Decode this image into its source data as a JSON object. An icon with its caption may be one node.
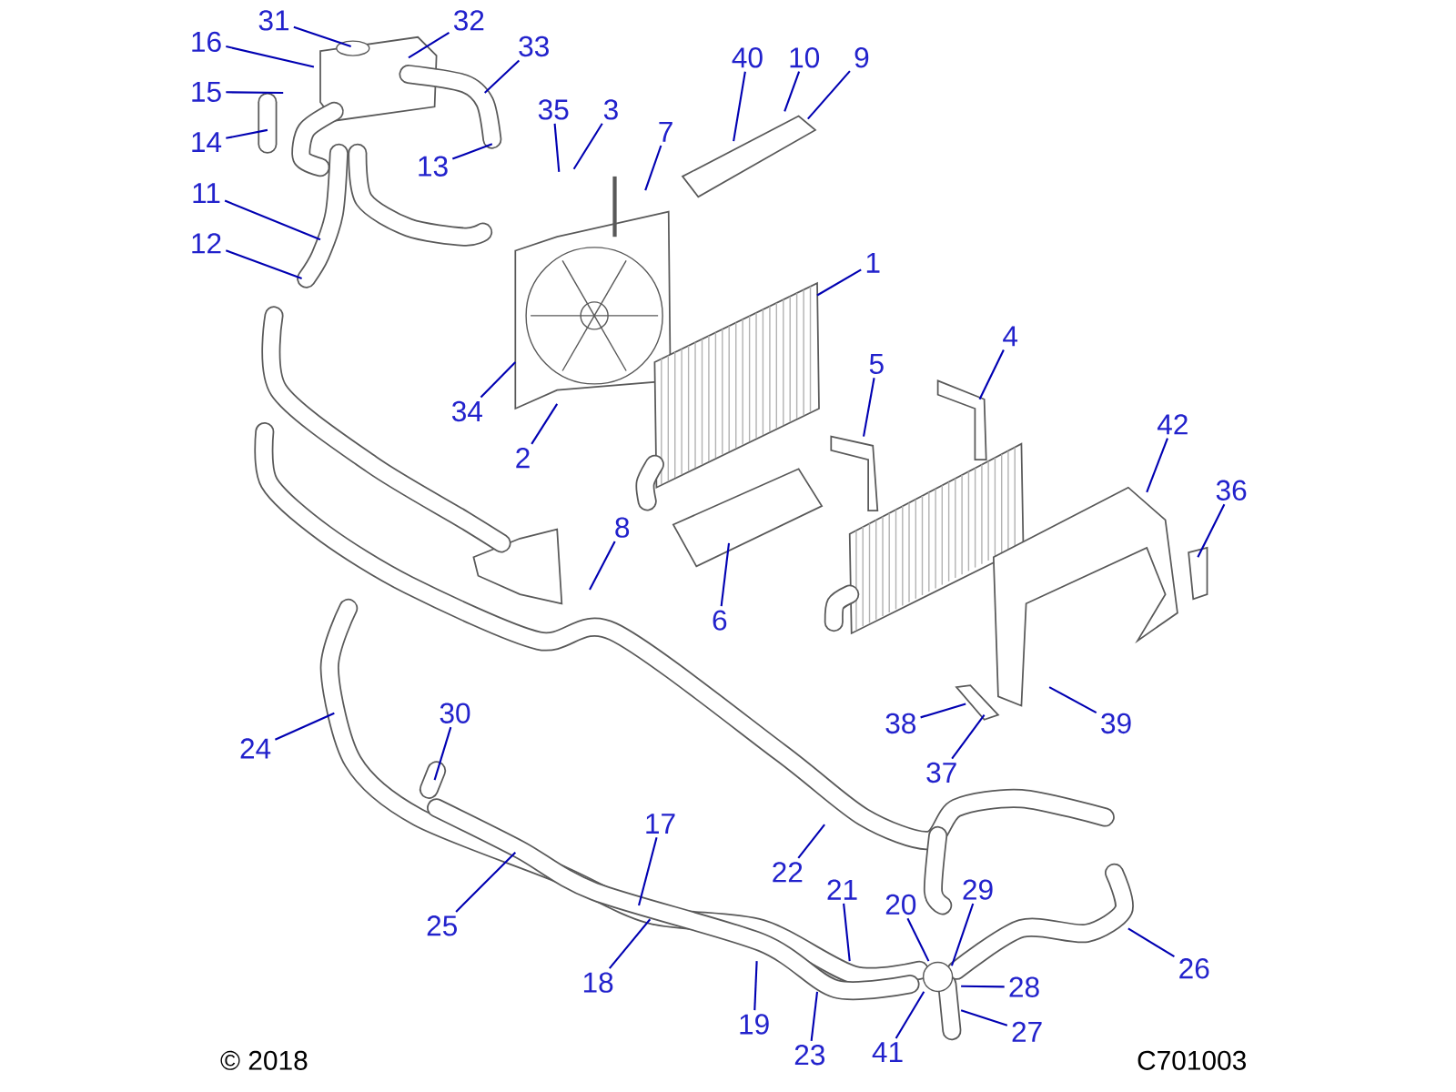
{
  "diagram": {
    "nodes": [
      {
        "text": [
          "31"
        ]
      },
      {
        "text": [
          "32"
        ]
      },
      {
        "text": [
          "16"
        ]
      },
      {
        "text": [
          "33"
        ]
      },
      {
        "text": [
          "15"
        ]
      },
      {
        "text": [
          "14"
        ]
      },
      {
        "text": [
          "13"
        ]
      },
      {
        "text": [
          "35"
        ]
      },
      {
        "text": [
          "3"
        ]
      },
      {
        "text": [
          "7"
        ]
      },
      {
        "text": [
          "40"
        ]
      },
      {
        "text": [
          "10"
        ]
      },
      {
        "text": [
          "9"
        ]
      },
      {
        "text": [
          "11"
        ]
      },
      {
        "text": [
          "12"
        ]
      },
      {
        "text": [
          "1"
        ]
      },
      {
        "text": [
          "34"
        ]
      },
      {
        "text": [
          "2"
        ]
      },
      {
        "text": [
          "5"
        ]
      },
      {
        "text": [
          "4"
        ]
      },
      {
        "text": [
          "42"
        ]
      },
      {
        "text": [
          "36"
        ]
      },
      {
        "text": [
          "8"
        ]
      },
      {
        "text": [
          "6"
        ]
      },
      {
        "text": [
          "38"
        ]
      },
      {
        "text": [
          "39"
        ]
      },
      {
        "text": [
          "37"
        ]
      },
      {
        "text": [
          "30"
        ]
      },
      {
        "text": [
          "24"
        ]
      },
      {
        "text": [
          "17"
        ]
      },
      {
        "text": [
          "22"
        ]
      },
      {
        "text": [
          "25"
        ]
      },
      {
        "text": [
          "21"
        ]
      },
      {
        "text": [
          "20"
        ]
      },
      {
        "text": [
          "29"
        ]
      },
      {
        "text": [
          "18"
        ]
      },
      {
        "text": [
          "28"
        ]
      },
      {
        "text": [
          "26"
        ]
      },
      {
        "text": [
          "19"
        ]
      },
      {
        "text": [
          "23"
        ]
      },
      {
        "text": [
          "41"
        ]
      },
      {
        "text": [
          "27"
        ]
      }
    ],
    "edges": [
      {
        "from": 0,
        "to": null,
        "arrow": "none"
      },
      {
        "from": 1,
        "to": null,
        "arrow": "none"
      },
      {
        "from": 2,
        "to": null,
        "arrow": "none"
      },
      {
        "from": 3,
        "to": null,
        "arrow": "none"
      },
      {
        "from": 4,
        "to": null,
        "arrow": "none"
      },
      {
        "from": 5,
        "to": null,
        "arrow": "none"
      },
      {
        "from": 6,
        "to": null,
        "arrow": "none"
      },
      {
        "from": 7,
        "to": null,
        "arrow": "none"
      },
      {
        "from": 8,
        "to": null,
        "arrow": "none"
      },
      {
        "from": 9,
        "to": null,
        "arrow": "none"
      },
      {
        "from": 10,
        "to": null,
        "arrow": "none"
      },
      {
        "from": 11,
        "to": null,
        "arrow": "none"
      },
      {
        "from": 12,
        "to": null,
        "arrow": "none"
      },
      {
        "from": 13,
        "to": null,
        "arrow": "none"
      },
      {
        "from": 14,
        "to": null,
        "arrow": "none"
      },
      {
        "from": 15,
        "to": null,
        "arrow": "none"
      },
      {
        "from": 16,
        "to": null,
        "arrow": "none"
      },
      {
        "from": 17,
        "to": null,
        "arrow": "none"
      },
      {
        "from": 18,
        "to": null,
        "arrow": "none"
      },
      {
        "from": 19,
        "to": null,
        "arrow": "none"
      },
      {
        "from": 20,
        "to": null,
        "arrow": "none"
      },
      {
        "from": 21,
        "to": null,
        "arrow": "none"
      },
      {
        "from": 22,
        "to": null,
        "arrow": "none"
      },
      {
        "from": 23,
        "to": null,
        "arrow": "none"
      },
      {
        "from": 24,
        "to": null,
        "arrow": "none"
      },
      {
        "from": 25,
        "to": null,
        "arrow": "none"
      },
      {
        "from": 26,
        "to": null,
        "arrow": "none"
      },
      {
        "from": 27,
        "to": null,
        "arrow": "none"
      },
      {
        "from": 28,
        "to": null,
        "arrow": "none"
      },
      {
        "from": 29,
        "to": null,
        "arrow": "none"
      },
      {
        "from": 30,
        "to": null,
        "arrow": "none"
      },
      {
        "from": 31,
        "to": null,
        "arrow": "none"
      },
      {
        "from": 32,
        "to": null,
        "arrow": "none"
      },
      {
        "from": 33,
        "to": null,
        "arrow": "none"
      },
      {
        "from": 34,
        "to": null,
        "arrow": "none"
      },
      {
        "from": 35,
        "to": null,
        "arrow": "none"
      },
      {
        "from": 36,
        "to": null,
        "arrow": "none"
      },
      {
        "from": 37,
        "to": null,
        "arrow": "none"
      },
      {
        "from": 38,
        "to": null,
        "arrow": "none"
      },
      {
        "from": 39,
        "to": null,
        "arrow": "none"
      },
      {
        "from": 40,
        "to": null,
        "arrow": "none"
      },
      {
        "from": 41,
        "to": null,
        "arrow": "none"
      }
    ],
    "labels": [
      "© 2018",
      "C701003"
    ]
  }
}
